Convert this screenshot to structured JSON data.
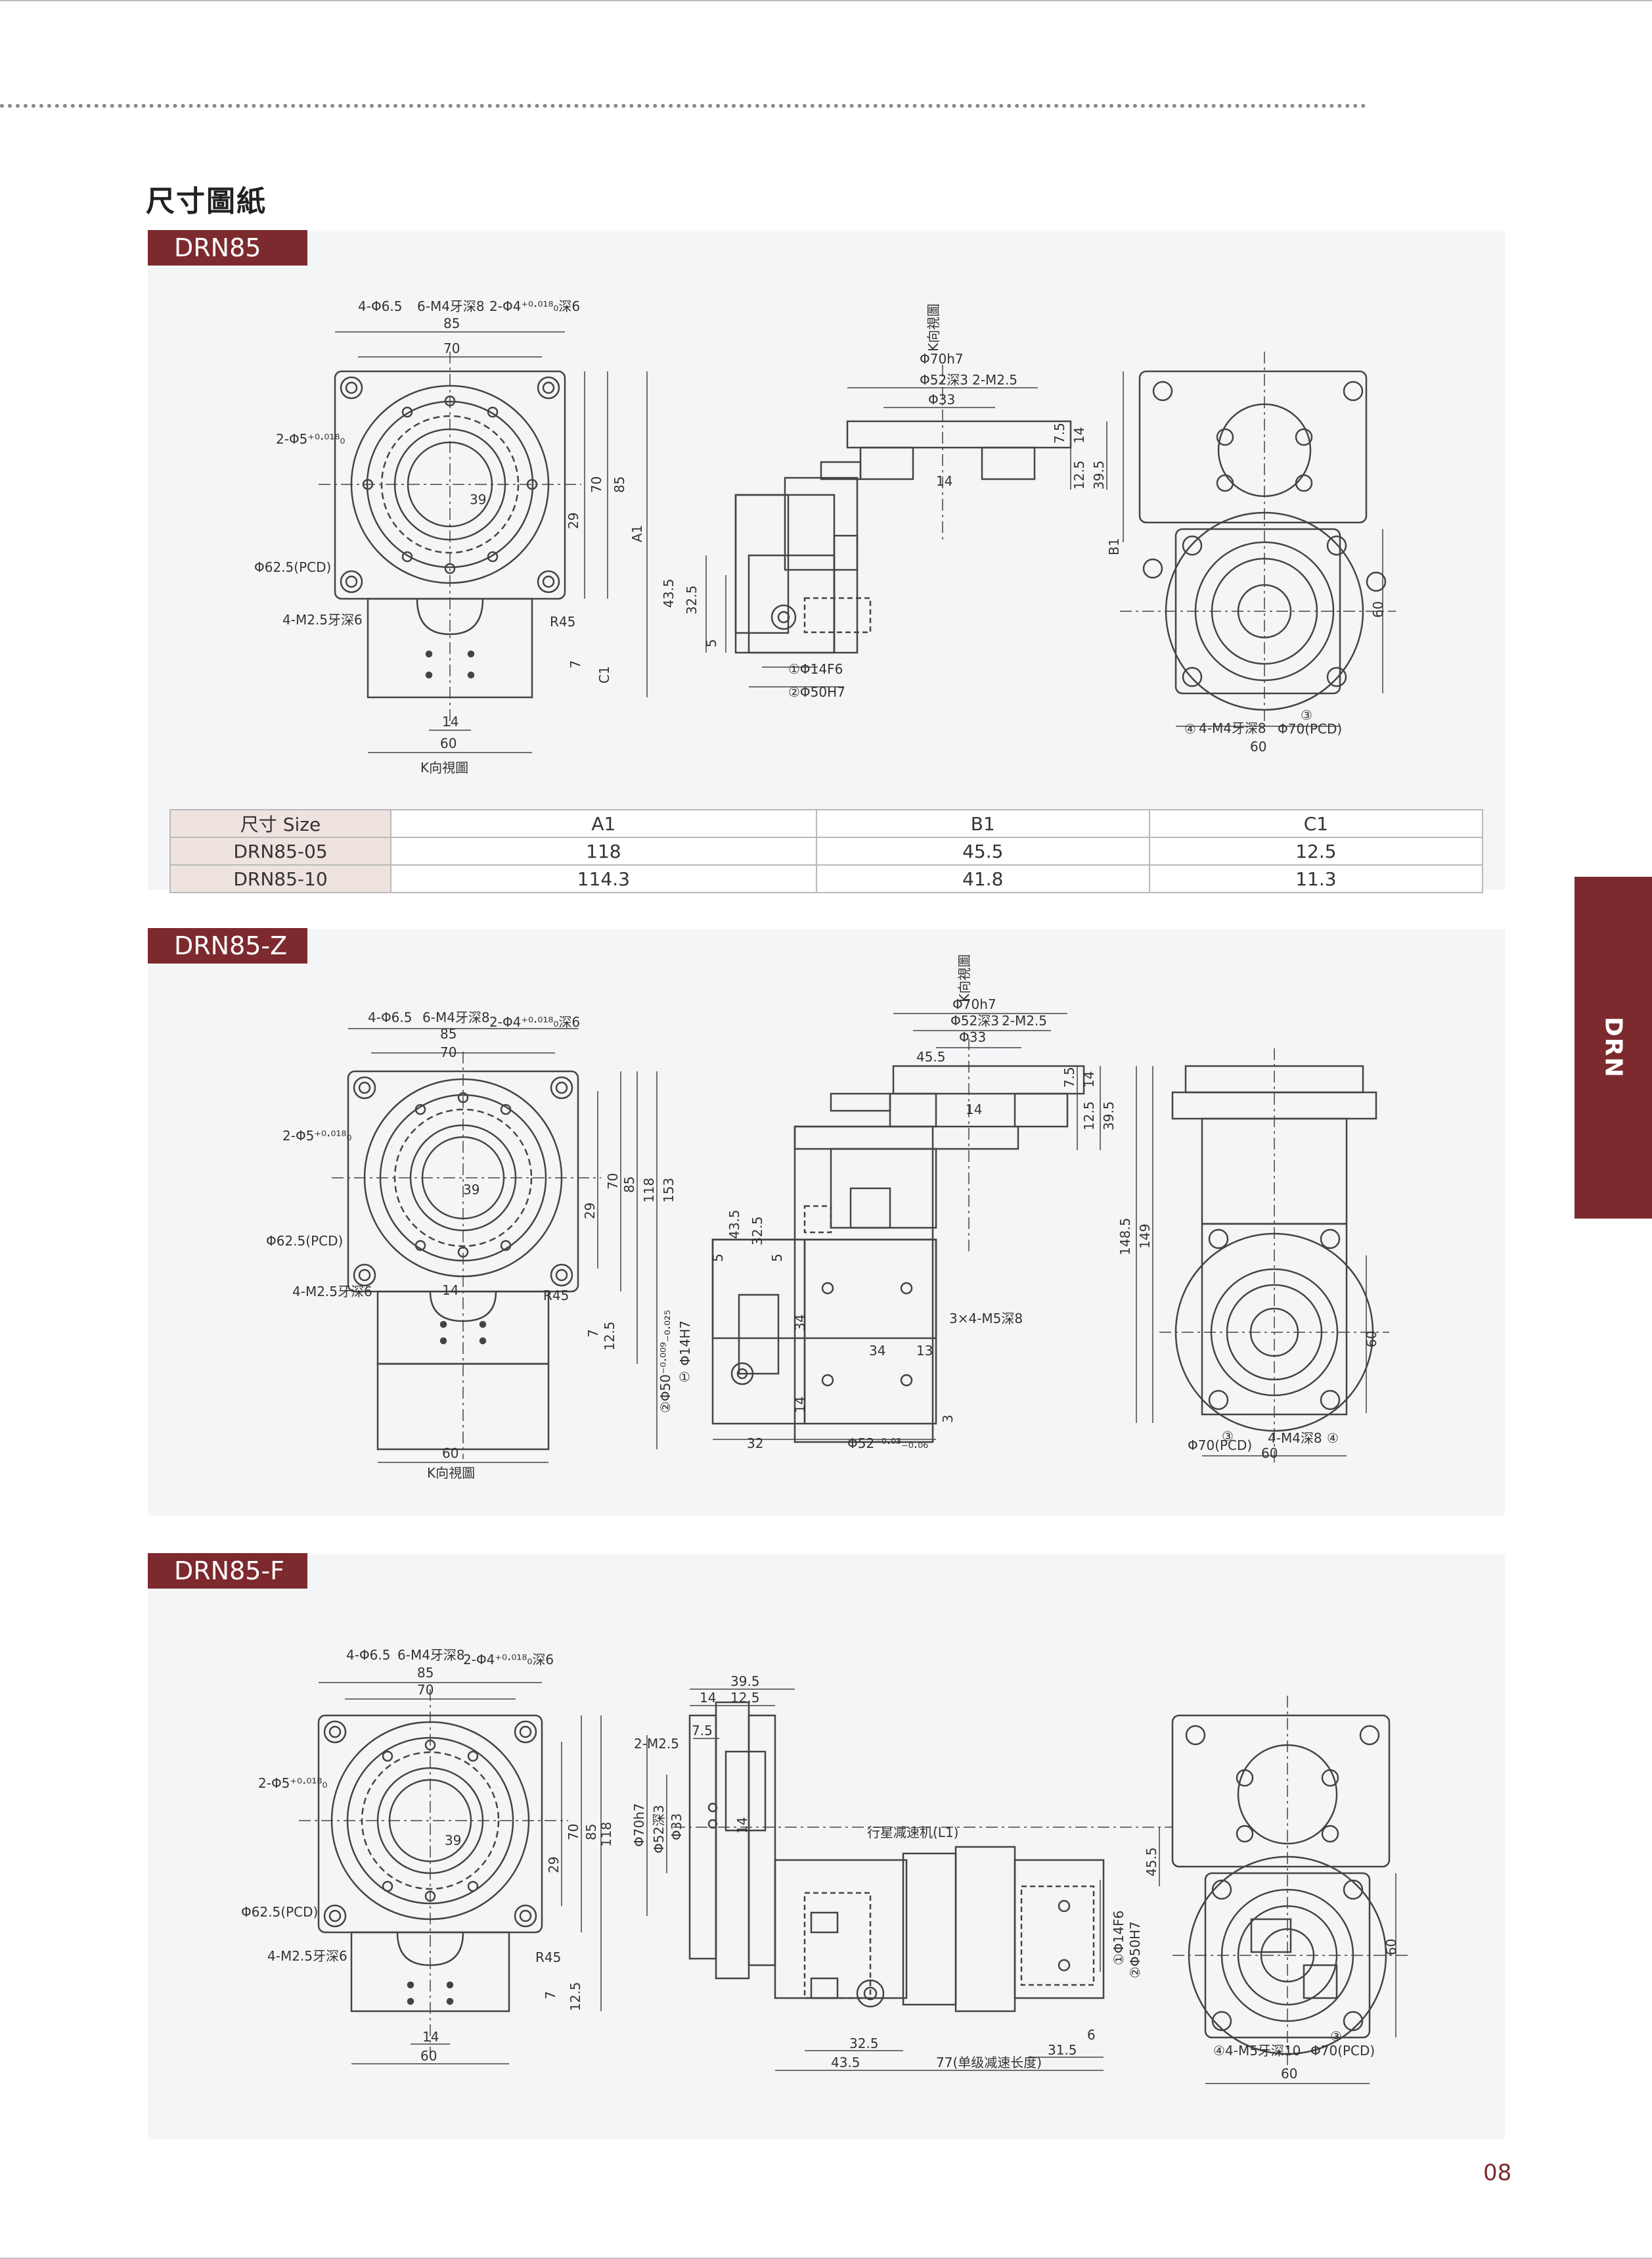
{
  "page": {
    "title": "尺寸圖紙",
    "side_tab": "DRN",
    "page_number": "08"
  },
  "sections": [
    {
      "tag": "DRN85",
      "labels": {
        "front": [
          "4-Φ6.5",
          "6-M4牙深8",
          "2-Φ4⁺⁰·⁰¹⁸₀深6",
          "85",
          "70",
          "2-Φ5⁺⁰·⁰¹⁸₀",
          "Φ62.5(PCD)",
          "39",
          "29",
          "70",
          "85",
          "A1",
          "4-M2.5牙深6",
          "R45",
          "7",
          "C1",
          "14",
          "60",
          "K向視圖"
        ],
        "side": [
          "K向視圖",
          "Φ70h7",
          "Φ52深3",
          "2-M2.5",
          "Φ33",
          "7.5",
          "14",
          "12.5",
          "39.5",
          "14",
          "43.5",
          "32.5",
          "5",
          "①Φ14F6",
          "②Φ50H7"
        ],
        "end": [
          "B1",
          "60",
          "4-M4牙深8",
          "③",
          "Φ70(PCD)",
          "④",
          "60"
        ]
      },
      "table": {
        "headers": [
          "尺寸 Size",
          "A1",
          "B1",
          "C1"
        ],
        "rows": [
          [
            "DRN85-05",
            "118",
            "45.5",
            "12.5"
          ],
          [
            "DRN85-10",
            "114.3",
            "41.8",
            "11.3"
          ]
        ]
      }
    },
    {
      "tag": "DRN85-Z",
      "labels": {
        "front": [
          "4-Φ6.5",
          "6-M4牙深8",
          "2-Φ4⁺⁰·⁰¹⁸₀深6",
          "85",
          "70",
          "2-Φ5⁺⁰·⁰¹⁸₀",
          "Φ62.5(PCD)",
          "39",
          "29",
          "70",
          "85",
          "118",
          "153",
          "4-M2.5牙深6",
          "14",
          "R45",
          "7",
          "12.5",
          "60",
          "K向視圖"
        ],
        "side": [
          "K向視圖",
          "Φ70h7",
          "Φ52深3",
          "2-M2.5",
          "Φ33",
          "45.5",
          "7.5",
          "14",
          "14",
          "12.5",
          "39.5",
          "43.5",
          "32.5",
          "5",
          "5",
          "148.5",
          "149",
          "3×4-M5深8",
          "34",
          "34",
          "13",
          "14",
          "②Φ50⁻⁰·⁰⁰⁹₋₀.₀₂₅",
          "Φ14H7",
          "①",
          "32",
          "Φ52⁻⁰·⁰³₋₀.₀₆",
          "3"
        ],
        "end": [
          "60",
          "Φ70(PCD)",
          "③",
          "4-M4深8",
          "④",
          "60"
        ]
      }
    },
    {
      "tag": "DRN85-F",
      "labels": {
        "front": [
          "4-Φ6.5",
          "6-M4牙深8",
          "2-Φ4⁺⁰·⁰¹⁸₀深6",
          "85",
          "70",
          "2-Φ5⁺⁰·⁰¹⁸₀",
          "Φ62.5(PCD)",
          "39",
          "29",
          "70",
          "85",
          "118",
          "4-M2.5牙深6",
          "R45",
          "7",
          "12.5",
          "14",
          "60"
        ],
        "side": [
          "39.5",
          "14",
          "12.5",
          "7.5",
          "2-M2.5",
          "Φ70h7",
          "Φ52深3",
          "Φ33",
          "14",
          "行星减速机(L1)",
          "①Φ14F6",
          "②Φ50H7",
          "32.5",
          "43.5",
          "77(单级减速长度)",
          "31.5",
          "6"
        ],
        "end": [
          "45.5",
          "60",
          "4-M5牙深10",
          "③",
          "Φ70(PCD)",
          "④",
          "60"
        ]
      }
    }
  ]
}
